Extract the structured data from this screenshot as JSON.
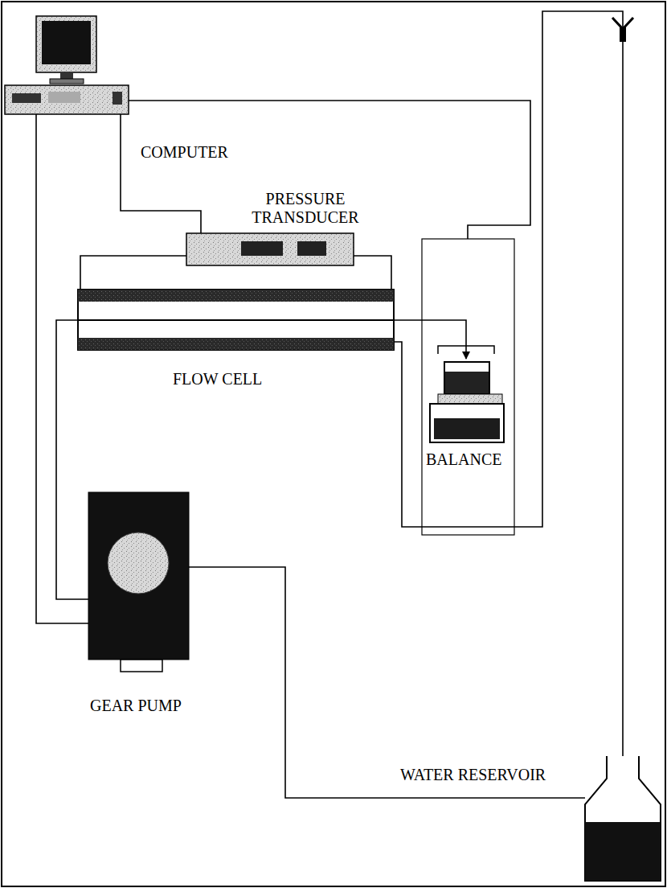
{
  "diagram": {
    "nodes": [
      {
        "text": [
          "COMPUTER"
        ]
      },
      {
        "text": [
          "PRESSURE TRANSDUCER"
        ]
      },
      {
        "text": [
          "FLOW CELL"
        ]
      },
      {
        "text": [
          "BALANCE"
        ]
      },
      {
        "text": [
          "GEAR PUMP"
        ]
      },
      {
        "text": [
          "WATER RESERVOIR"
        ]
      }
    ],
    "edges": [
      {
        "from": 0,
        "to": 1,
        "arrow": "none"
      },
      {
        "from": 0,
        "to": 3,
        "arrow": "none"
      },
      {
        "from": 0,
        "to": 4,
        "arrow": "none"
      },
      {
        "from": 1,
        "to": 2,
        "arrow": "none"
      },
      {
        "from": 1,
        "to": 2,
        "arrow": "none"
      },
      {
        "from": 4,
        "to": 2,
        "arrow": "none"
      },
      {
        "from": 2,
        "to": 3,
        "arrow": "to"
      },
      {
        "from": 2,
        "to": 5,
        "arrow": "none"
      },
      {
        "from": 4,
        "to": 5,
        "arrow": "none"
      }
    ]
  }
}
